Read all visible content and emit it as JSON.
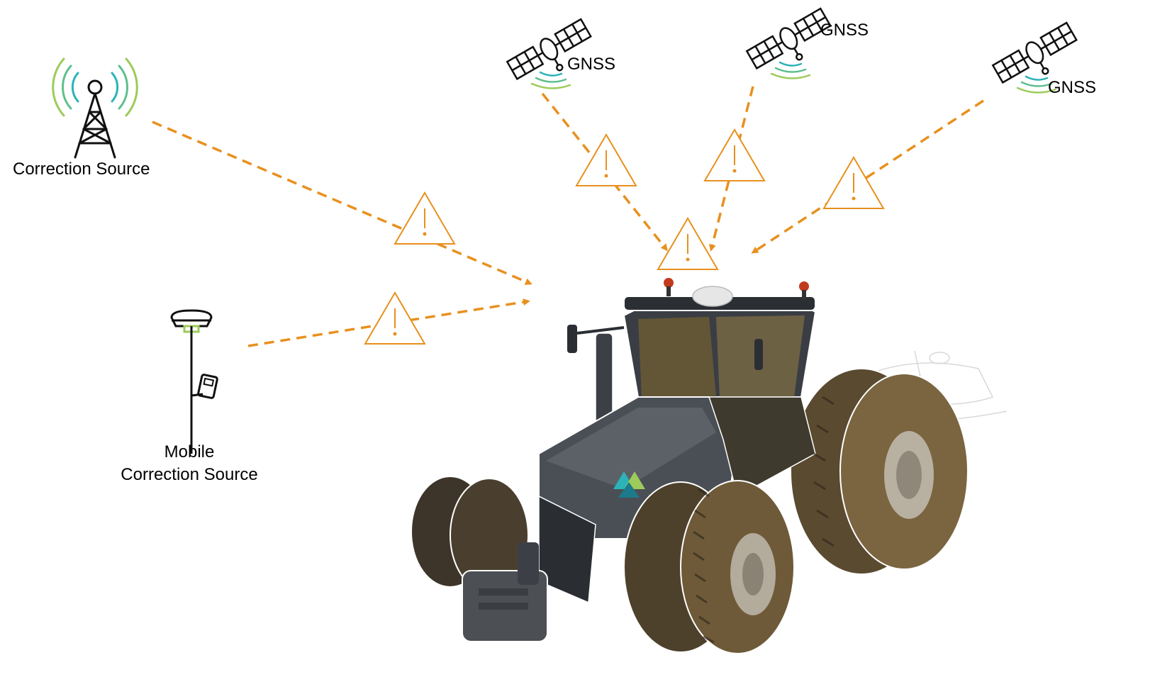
{
  "labels": {
    "correction_source": "Correction Source",
    "mobile_line1": "Mobile",
    "mobile_line2": "Correction Source",
    "gnss_1": "GNSS",
    "gnss_2": "GNSS",
    "gnss_3": "GNSS"
  },
  "icons": {
    "tower": "radio-tower-icon",
    "rover": "gnss-rover-pole-icon",
    "satellite": "satellite-icon",
    "warning": "warning-triangle-icon",
    "vehicle": "tractor-illustration"
  },
  "colors": {
    "link": "#E8901E",
    "warning": "#E8901E",
    "signal_teal": "#2BB3B8",
    "signal_green": "#9CCB5A",
    "tractor_body": "#4a4f55",
    "tire": "#3a3327",
    "mud": "#a8853f"
  }
}
